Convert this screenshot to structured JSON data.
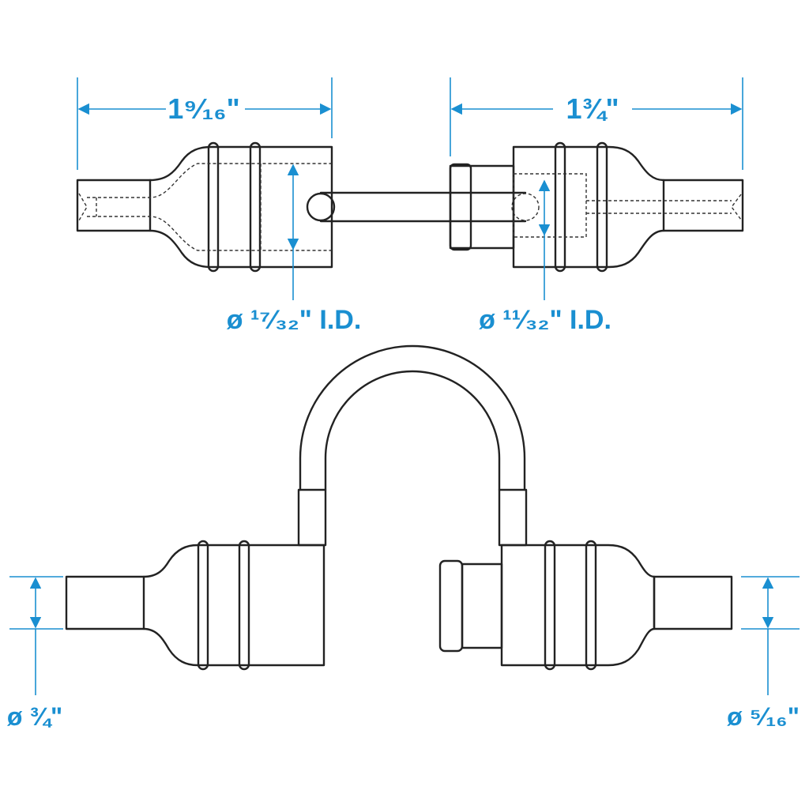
{
  "colors": {
    "accent": "#1a8fd1",
    "line": "#222222",
    "background": "#ffffff"
  },
  "dimensions": {
    "large_length": "1⁹⁄₁₆\"",
    "small_length": "1¾\"",
    "large_id": "ø ¹⁷⁄₃₂\" I.D.",
    "small_id": "ø ¹¹⁄₃₂\" I.D.",
    "large_od": "ø ¾\"",
    "small_od": "ø ⁵⁄₁₆\""
  }
}
